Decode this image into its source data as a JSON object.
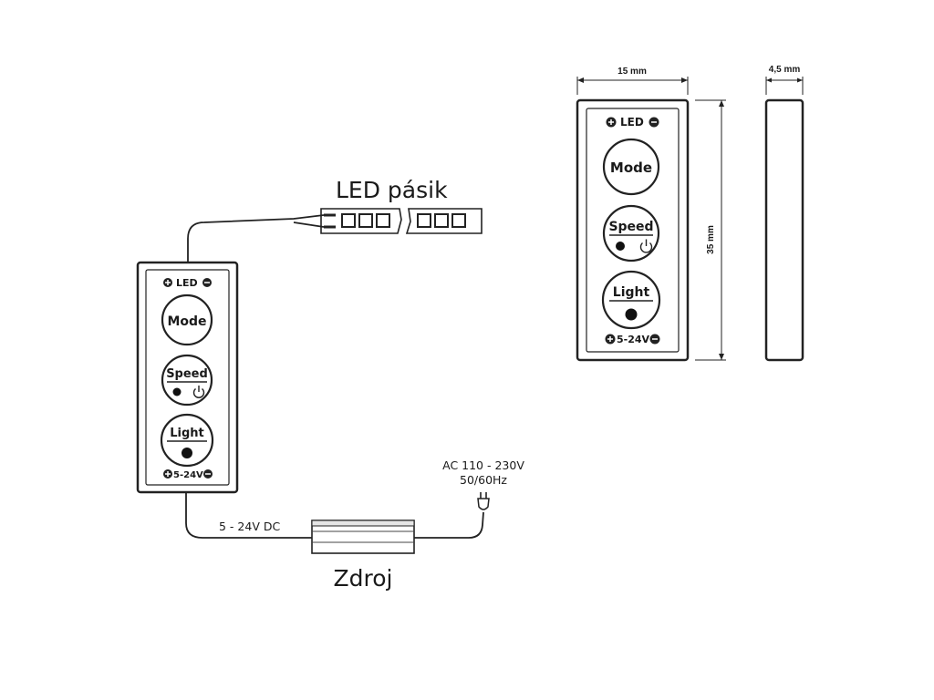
{
  "labels": {
    "strip": "LED pásik",
    "power_supply": "Zdroj",
    "dc_voltage": "5 - 24V DC",
    "ac_line1": "AC  110 - 230V",
    "ac_line2": "50/60Hz"
  },
  "controller": {
    "top_label": "LED",
    "mode_label": "Mode",
    "speed_label": "Speed",
    "light_label": "Light",
    "bottom_label": "5-24V"
  },
  "dimensions": {
    "width": "15 mm",
    "height": "35 mm",
    "depth": "4,5 mm"
  }
}
